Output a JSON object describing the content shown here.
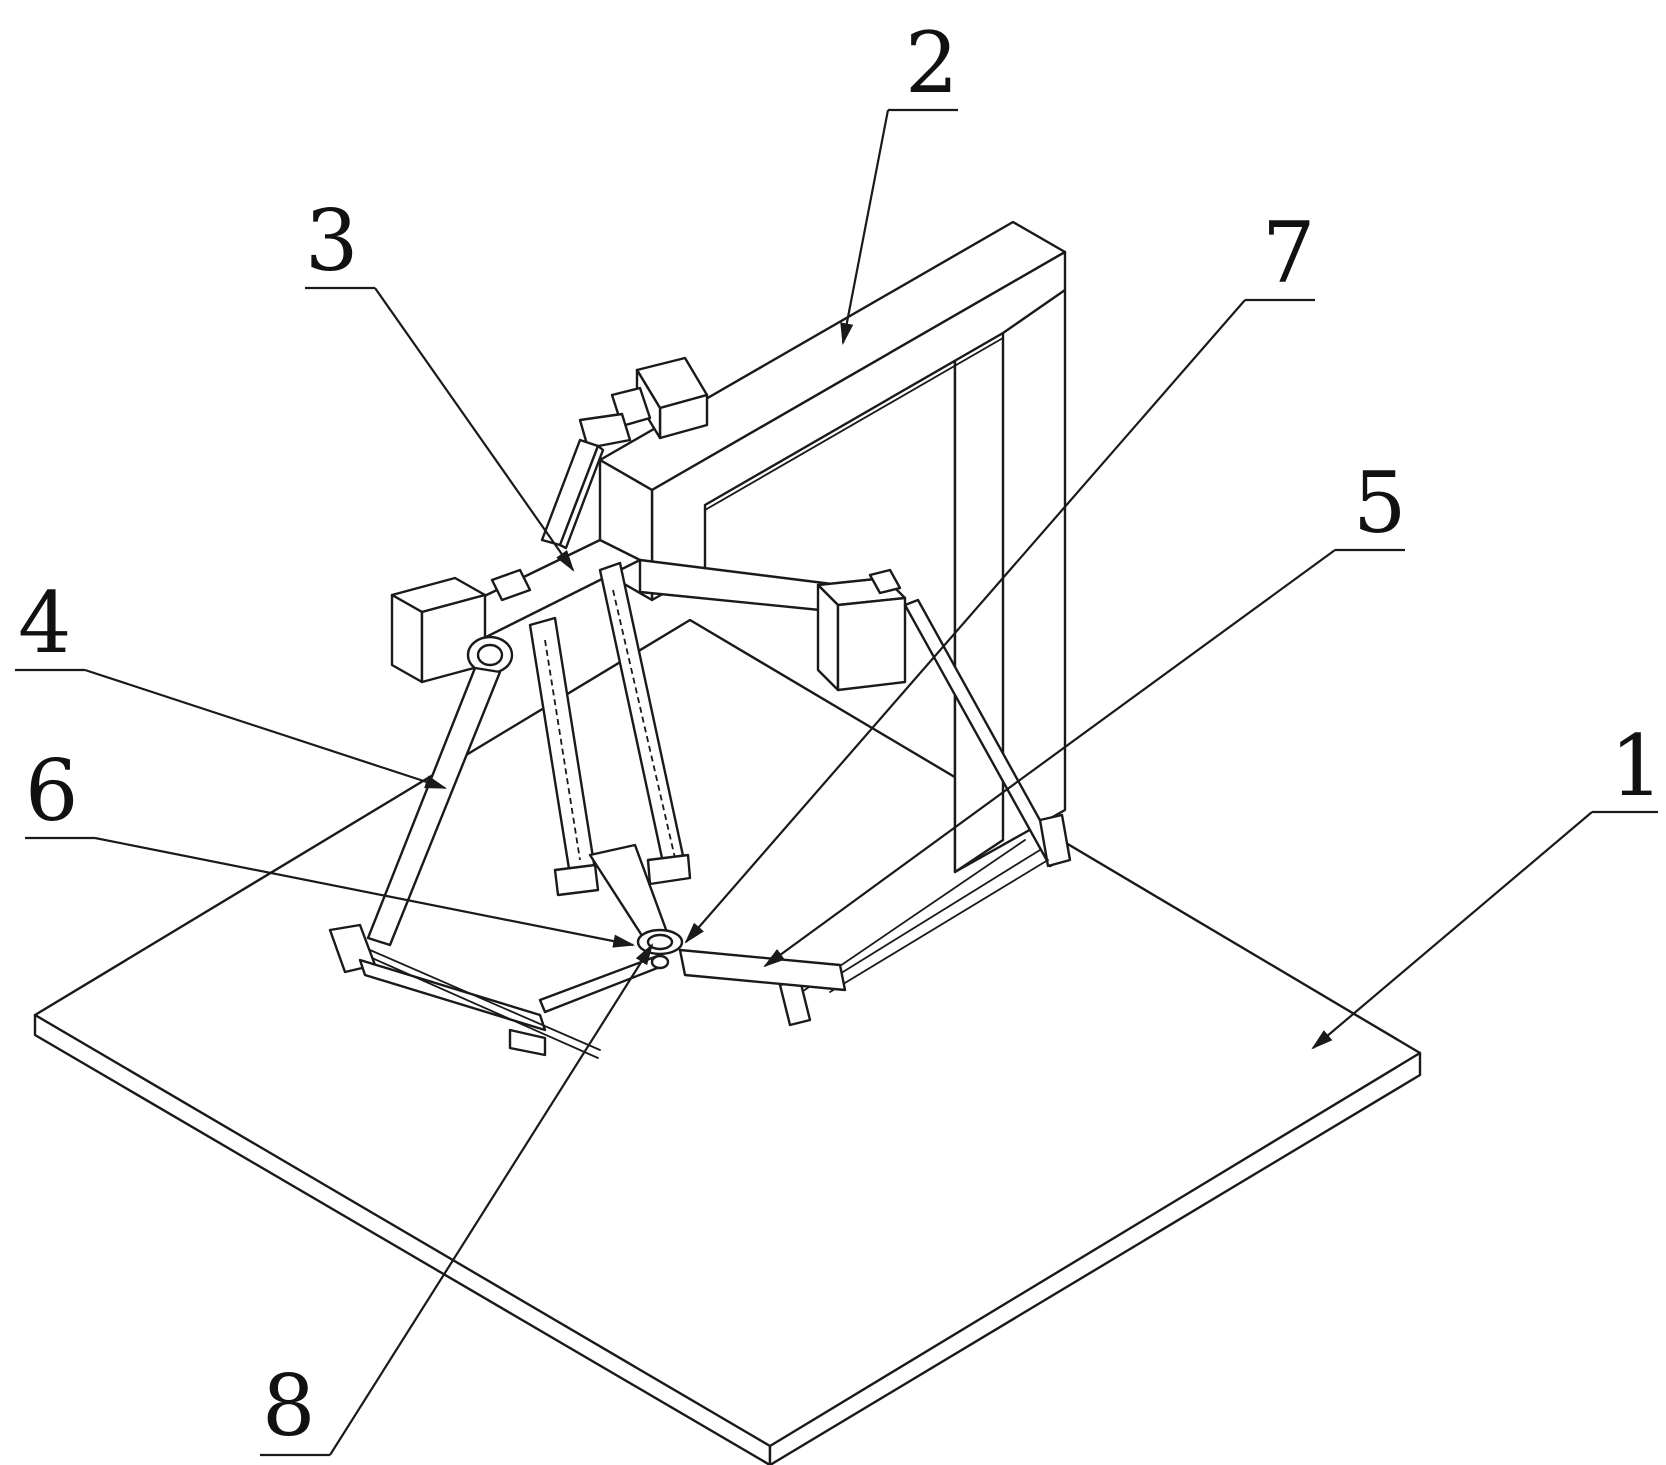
{
  "callouts": [
    {
      "id": "1",
      "text": "1"
    },
    {
      "id": "2",
      "text": "2"
    },
    {
      "id": "3",
      "text": "3"
    },
    {
      "id": "4",
      "text": "4"
    },
    {
      "id": "5",
      "text": "5"
    },
    {
      "id": "6",
      "text": "6"
    },
    {
      "id": "7",
      "text": "7"
    },
    {
      "id": "8",
      "text": "8"
    }
  ],
  "colors": {
    "line": "#1a1a1a",
    "fill": "#ffffff",
    "background": "#ffffff"
  }
}
